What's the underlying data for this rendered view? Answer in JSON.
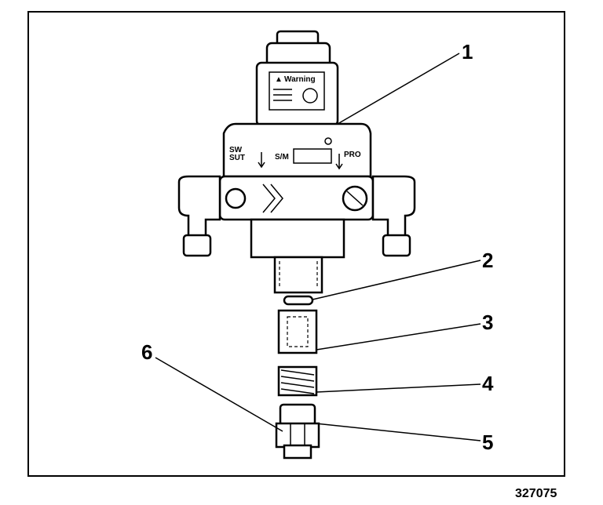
{
  "figure_id": "327075",
  "callouts": [
    "1",
    "2",
    "3",
    "4",
    "5",
    "6"
  ],
  "body_labels": {
    "warning": "Warning",
    "left_mark": "SUT",
    "left_mark_top": "SW",
    "mid_mark": "S/M",
    "right_mark": "PRO"
  },
  "colors": {
    "ink": "#000000",
    "paper": "#ffffff"
  }
}
